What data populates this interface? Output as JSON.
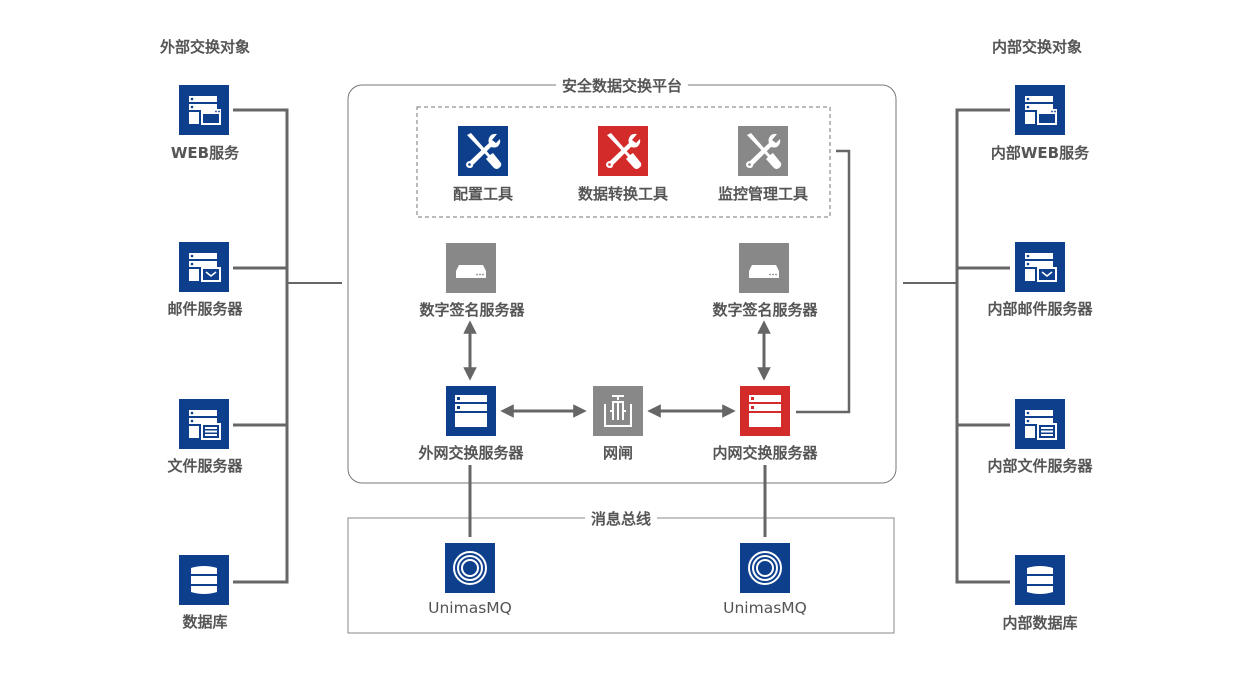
{
  "colors": {
    "blue": "#0d3f8c",
    "red": "#d32a2a",
    "gray": "#888888",
    "line": "#666666",
    "text": "#555555"
  },
  "external": {
    "title": "外部交换对象",
    "items": [
      {
        "label": "WEB服务",
        "icon": "web-server-icon"
      },
      {
        "label": "邮件服务器",
        "icon": "mail-server-icon"
      },
      {
        "label": "文件服务器",
        "icon": "file-server-icon"
      },
      {
        "label": "数据库",
        "icon": "database-icon"
      }
    ]
  },
  "internal": {
    "title": "内部交换对象",
    "items": [
      {
        "label": "内部WEB服务",
        "icon": "web-server-icon"
      },
      {
        "label": "内部邮件服务器",
        "icon": "mail-server-icon"
      },
      {
        "label": "内部文件服务器",
        "icon": "file-server-icon"
      },
      {
        "label": "内部数据库",
        "icon": "database-icon"
      }
    ]
  },
  "platform": {
    "title": "安全数据交换平台",
    "tools": [
      {
        "label": "配置工具",
        "icon": "tools-icon",
        "color": "blue"
      },
      {
        "label": "数据转换工具",
        "icon": "tools-icon",
        "color": "red"
      },
      {
        "label": "监控管理工具",
        "icon": "tools-icon",
        "color": "gray"
      }
    ],
    "signature_left": {
      "label": "数字签名服务器",
      "icon": "signature-server-icon"
    },
    "signature_right": {
      "label": "数字签名服务器",
      "icon": "signature-server-icon"
    },
    "outer_exchange": {
      "label": "外网交换服务器",
      "icon": "server-rack-icon"
    },
    "gatekeeper": {
      "label": "网闸",
      "icon": "gatekeeper-icon"
    },
    "inner_exchange": {
      "label": "内网交换服务器",
      "icon": "server-rack-icon"
    }
  },
  "bus": {
    "title": "消息总线",
    "queues": [
      {
        "label": "UnimasMQ",
        "icon": "message-queue-icon"
      },
      {
        "label": "UnimasMQ",
        "icon": "message-queue-icon"
      }
    ]
  }
}
